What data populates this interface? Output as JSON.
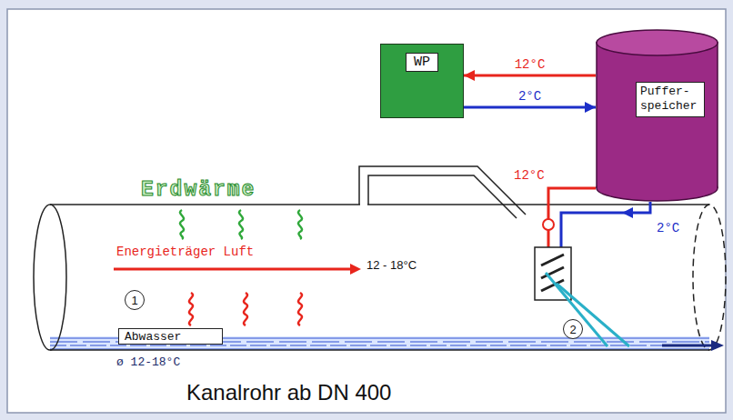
{
  "diagram": {
    "nodes": [
      {
        "text": [
          "WP"
        ]
      },
      {
        "text": [
          "Puffer- speicher"
        ]
      },
      {
        "text": [
          "1"
        ]
      },
      {
        "text": [
          "2"
        ]
      },
      {
        "text": [
          "Abwasser"
        ]
      }
    ],
    "edges": [
      {
        "from": 1,
        "to": 0,
        "arrow": "to",
        "label": "12°C"
      },
      {
        "from": 0,
        "to": 1,
        "arrow": "to",
        "label": "2°C"
      }
    ],
    "labels": [
      "12°C",
      "2°C",
      "Erdwärme",
      "Energieträger Luft",
      "12 - 18°C",
      "ø 12-18°C",
      "Kanalrohr ab DN 400"
    ]
  }
}
